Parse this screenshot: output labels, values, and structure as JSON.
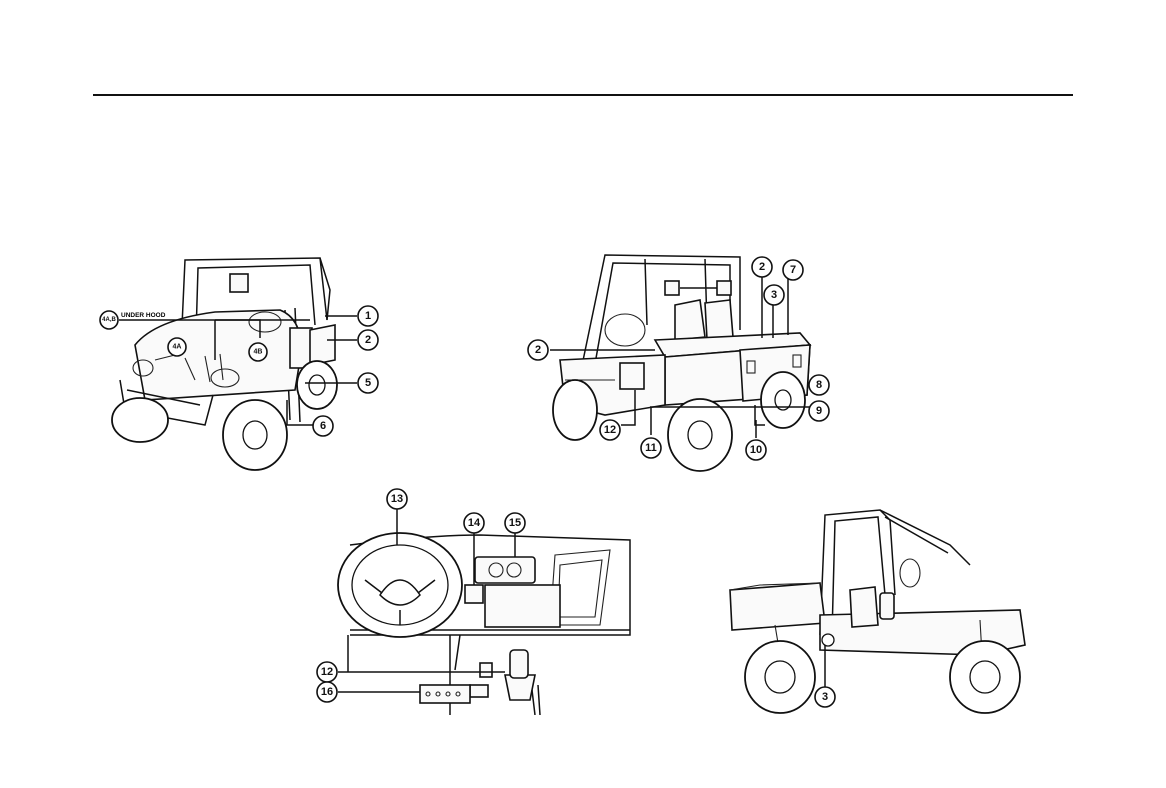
{
  "header": {
    "rule": true
  },
  "front_view": {
    "under_hood_label": "UNDER HOOD",
    "callouts": [
      "4A,B",
      "4A",
      "4B",
      "1",
      "2",
      "5",
      "6"
    ]
  },
  "rear_view": {
    "callouts": [
      "2",
      "7",
      "3",
      "2",
      "8",
      "9",
      "12",
      "11",
      "10"
    ]
  },
  "dashboard_view": {
    "callouts": [
      "13",
      "14",
      "15",
      "12",
      "16"
    ]
  },
  "side_view": {
    "callouts": [
      "3"
    ]
  }
}
